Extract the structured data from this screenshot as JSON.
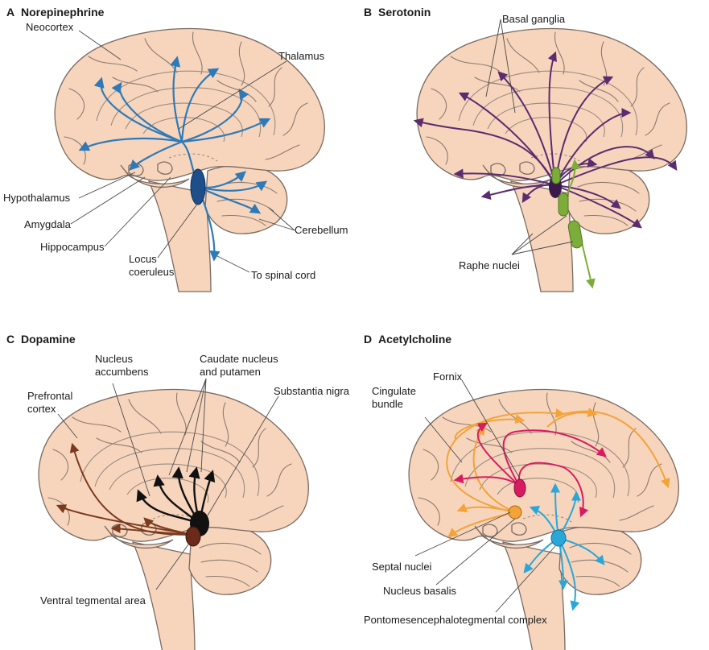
{
  "panels": [
    {
      "id": "A",
      "letter": "A",
      "title": "Norepinephrine",
      "pathway_color": "#2e7ab8",
      "labels": [
        "Neocortex",
        "Thalamus",
        "Hypothalamus",
        "Amygdala",
        "Hippocampus",
        "Cerebellum",
        "Locus",
        "coeruleus",
        "To spinal cord"
      ]
    },
    {
      "id": "B",
      "letter": "B",
      "title": "Serotonin",
      "pathway_color": "#5b2c6f",
      "labels": [
        "Basal ganglia",
        "Raphe nuclei"
      ]
    },
    {
      "id": "C",
      "letter": "C",
      "title": "Dopamine",
      "pathway_color": "#7a3a1e",
      "labels": [
        "Nucleus",
        "accumbens",
        "Caudate nucleus",
        "and putamen",
        "Prefrontal",
        "cortex",
        "Substantia nigra",
        "Ventral tegmental area"
      ]
    },
    {
      "id": "D",
      "letter": "D",
      "title": "Acetylcholine",
      "pathway_color": "#d81b60",
      "labels": [
        "Fornix",
        "Cingulate",
        "bundle",
        "Septal nuclei",
        "Nucleus basalis",
        "Pontomesencephalotegmental complex"
      ]
    }
  ],
  "colors": {
    "brain_fill": "#f7d5bd",
    "brain_outline": "#7a6a60",
    "serotonin_nuclei": "#7cad3a",
    "dopamine_nigra": "#111111",
    "dopamine_vta": "#6b2a1a",
    "ach_cortical": "#f3a33a",
    "ach_brainstem": "#2aa7d8"
  }
}
